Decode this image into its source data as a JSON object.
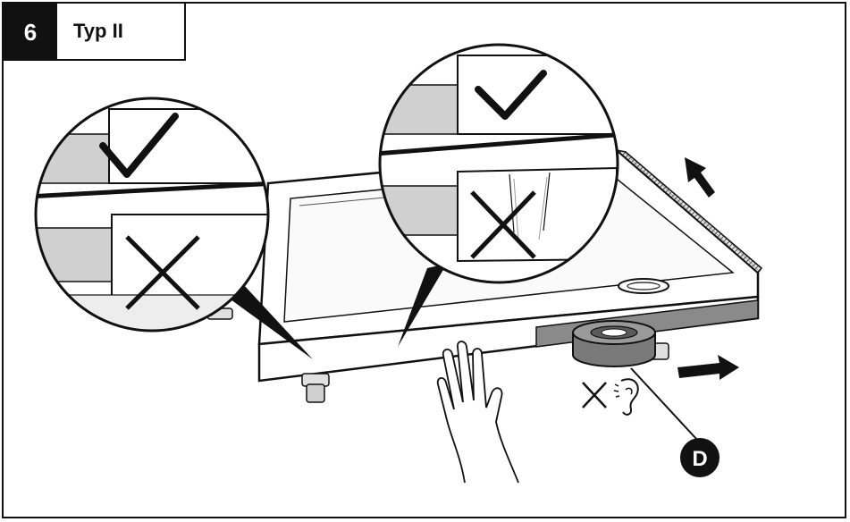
{
  "header": {
    "step_number": "6",
    "title": "Typ II"
  },
  "callouts": {
    "tape_label": "D"
  },
  "icons": {
    "correct": "check-mark-icon",
    "wrong": "cross-icon",
    "no_sound": "ear-no-sound-icon",
    "direction": "arrow-icon"
  },
  "colors": {
    "line": "#111111",
    "panel_grey": "#d0d0d0",
    "dark_grey": "#8a8a8a",
    "background": "#ffffff"
  }
}
